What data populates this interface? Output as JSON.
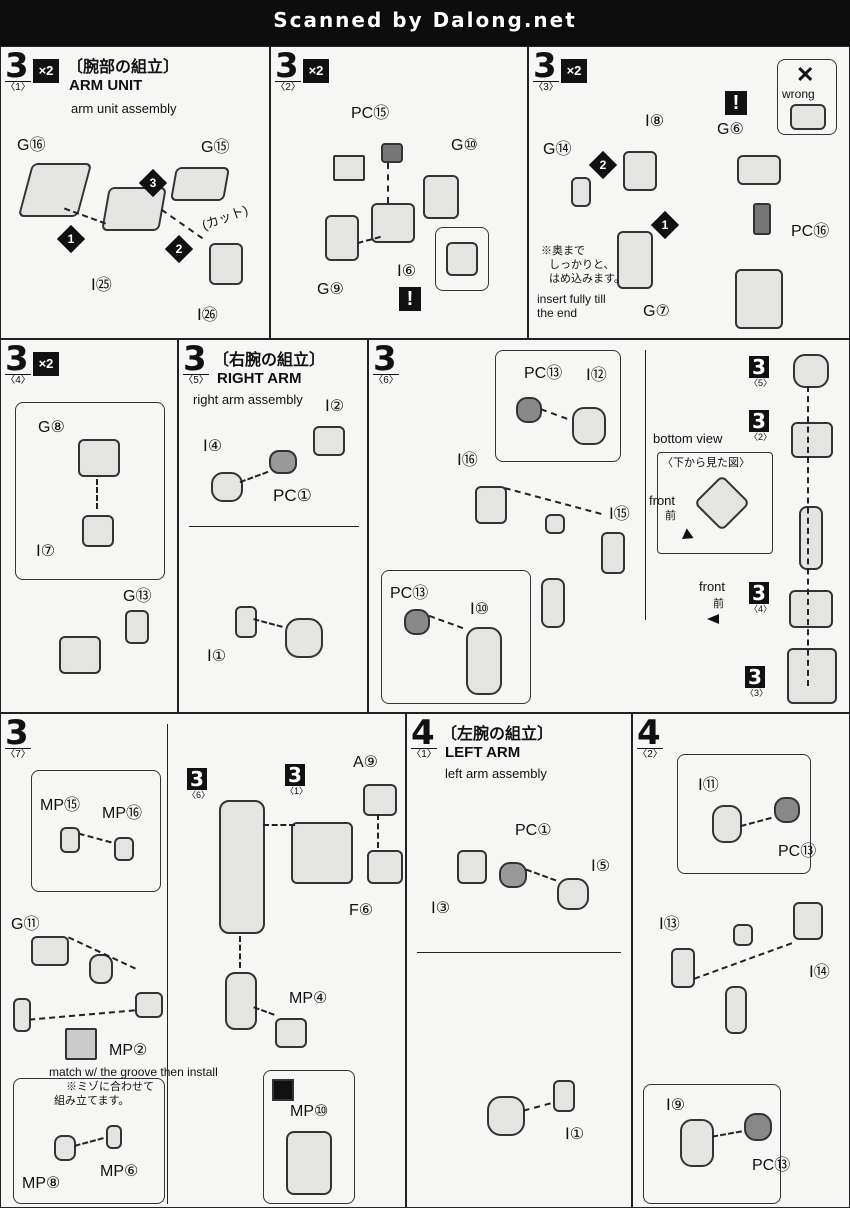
{
  "header": {
    "watermark": "Scanned by Dalong.net"
  },
  "p1": {
    "step": "3",
    "sub": "〈1〉",
    "mult": "×2",
    "title_jp": "〔腕部の組立〕",
    "title_en": "ARM UNIT",
    "subtitle": "arm unit assembly",
    "labels": [
      "G⑯",
      "G⑮",
      "Ⅰ㉕",
      "Ⅰ㉖"
    ],
    "cut_note": "(カット)",
    "order": [
      "1",
      "2",
      "3"
    ]
  },
  "p2": {
    "step": "3",
    "sub": "〈2〉",
    "mult": "×2",
    "labels": [
      "PC⑮",
      "G⑩",
      "G⑨",
      "Ⅰ⑥"
    ],
    "warn": "!"
  },
  "p3": {
    "step": "3",
    "sub": "〈3〉",
    "mult": "×2",
    "labels": [
      "Ⅰ⑧",
      "G⑭",
      "G⑥",
      "PC⑯",
      "G⑦"
    ],
    "wrong": "wrong",
    "x": "✕",
    "warn": "!",
    "order": [
      "1",
      "2"
    ],
    "note_jp": [
      "※奥まで",
      "しっかりと、",
      "はめ込みます。"
    ],
    "note_en": [
      "insert fully till",
      "the end"
    ]
  },
  "p4": {
    "step": "3",
    "sub": "〈4〉",
    "mult": "×2",
    "labels": [
      "G⑧",
      "Ⅰ⑦",
      "G⑬"
    ]
  },
  "p5": {
    "step": "3",
    "sub": "〈5〉",
    "title_jp": "〔右腕の組立〕",
    "title_en": "RIGHT ARM",
    "subtitle": "right arm assembly",
    "labels": [
      "Ⅰ②",
      "Ⅰ④",
      "PC①",
      "Ⅰ①"
    ]
  },
  "p6": {
    "step": "3",
    "sub": "〈6〉",
    "labels": [
      "PC⑬",
      "Ⅰ⑫",
      "Ⅰ⑯",
      "Ⅰ⑮",
      "PC⑬",
      "Ⅰ⑩"
    ],
    "bottom_view": "bottom view",
    "bottom_view_jp": "〈下から見た図〉",
    "front": "front",
    "front_jp": "前",
    "refs": [
      {
        "n": "3",
        "s": "〈5〉"
      },
      {
        "n": "3",
        "s": "〈2〉"
      },
      {
        "n": "3",
        "s": "〈4〉"
      },
      {
        "n": "3",
        "s": "〈3〉"
      }
    ]
  },
  "p7": {
    "step": "3",
    "sub": "〈7〉",
    "labels": [
      "MP⑮",
      "MP⑯",
      "G⑪",
      "MP②",
      "MP⑧",
      "MP⑥",
      "A⑨",
      "F⑥",
      "MP④",
      "MP⑩"
    ],
    "note_en": "match w/ the groove then install",
    "note_jp": [
      "※ミゾに合わせて",
      "組み立てます。"
    ],
    "refs": [
      {
        "n": "3",
        "s": "〈6〉"
      },
      {
        "n": "3",
        "s": "〈1〉"
      }
    ]
  },
  "p8": {
    "step": "4",
    "sub": "〈1〉",
    "title_jp": "〔左腕の組立〕",
    "title_en": "LEFT ARM",
    "subtitle": "left arm assembly",
    "labels": [
      "PC①",
      "Ⅰ⑤",
      "Ⅰ③",
      "Ⅰ①"
    ]
  },
  "p9": {
    "step": "4",
    "sub": "〈2〉",
    "labels": [
      "Ⅰ⑪",
      "PC⑬",
      "Ⅰ⑬",
      "Ⅰ⑭",
      "Ⅰ⑨",
      "PC⑬"
    ]
  }
}
